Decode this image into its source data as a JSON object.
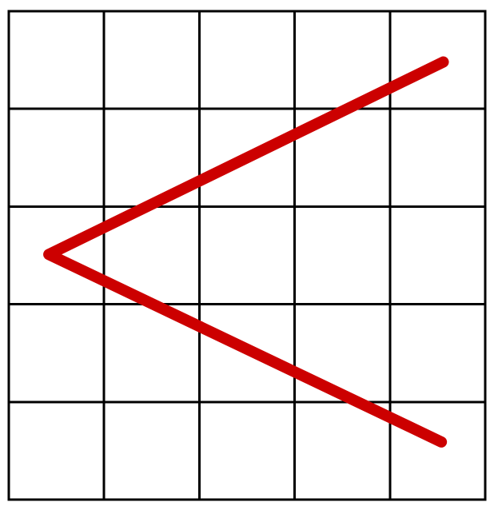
{
  "grid": {
    "columns": 5,
    "rows": 5,
    "line_color": "#000000",
    "background": "#ffffff"
  },
  "angle": {
    "color": "#cc0000",
    "shape": "angle opening to the right",
    "vertex": {
      "col": 0.42,
      "row": 2.49
    },
    "upper_end": {
      "col": 4.56,
      "row": 0.52
    },
    "lower_end": {
      "col": 4.54,
      "row": 4.41
    }
  }
}
